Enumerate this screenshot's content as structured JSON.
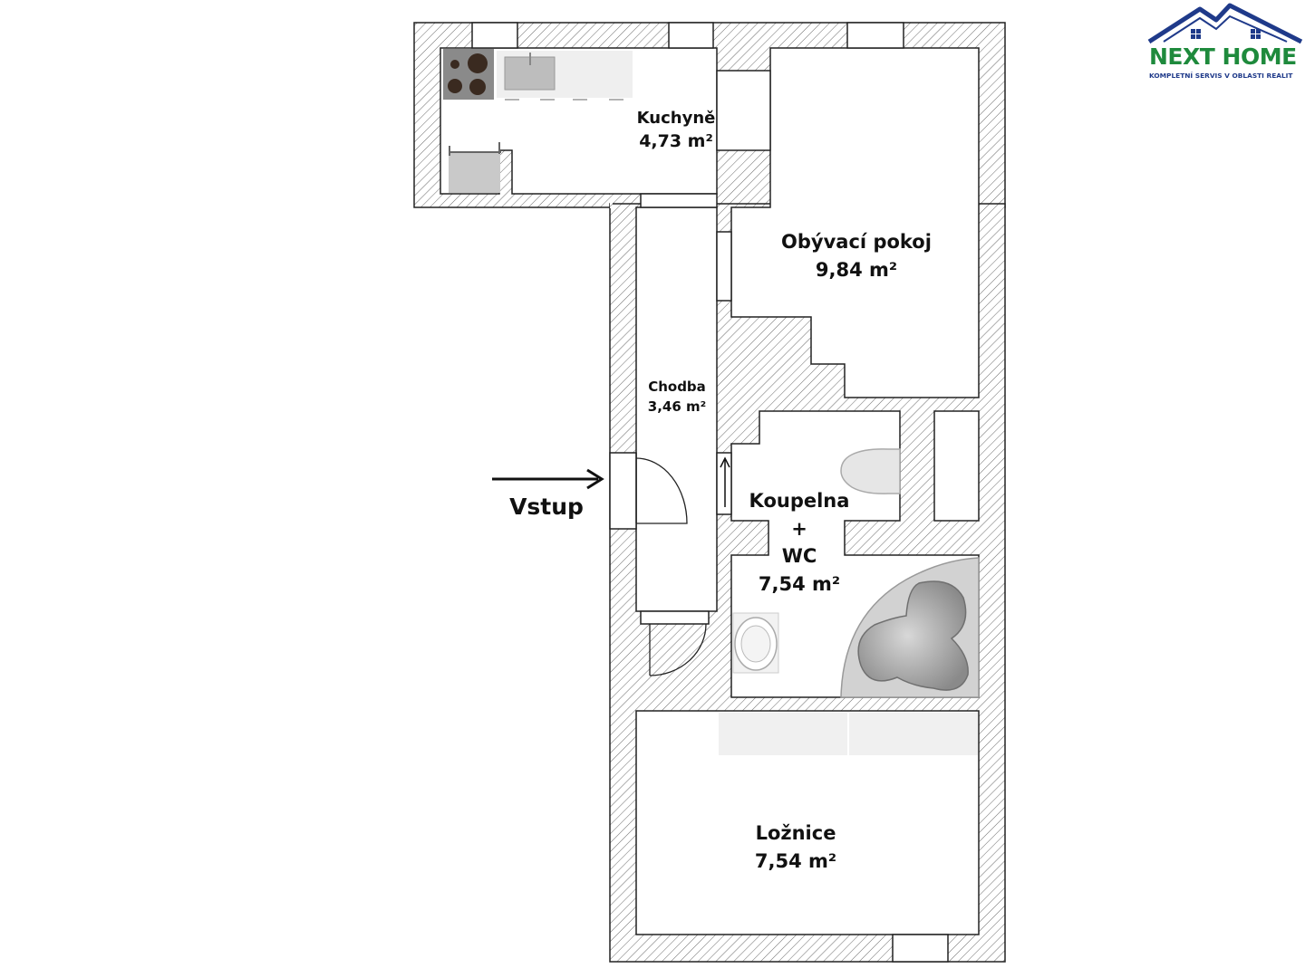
{
  "logo": {
    "brand": "NEXT HOME",
    "tagline": "KOMPLETNÍ SERVIS V OBLASTI REALIT",
    "roof_color": "#1f3a8a",
    "brand_color": "#1e8a3c"
  },
  "entrance": {
    "label": "Vstup"
  },
  "rooms": {
    "kitchen": {
      "name": "Kuchyně",
      "area": "4,73 m²"
    },
    "living": {
      "name": "Obývací pokoj",
      "area": "9,84 m²"
    },
    "corridor": {
      "name": "Chodba",
      "area": "3,46 m²"
    },
    "bathroom": {
      "name": "Koupelna",
      "plus": "+",
      "wc": "WC",
      "area": "7,54 m²"
    },
    "bedroom": {
      "name": "Ložnice",
      "area": "7,54 m²"
    }
  },
  "colors": {
    "wall_hatch": "#555555",
    "fixture": "#b8b8b8"
  }
}
